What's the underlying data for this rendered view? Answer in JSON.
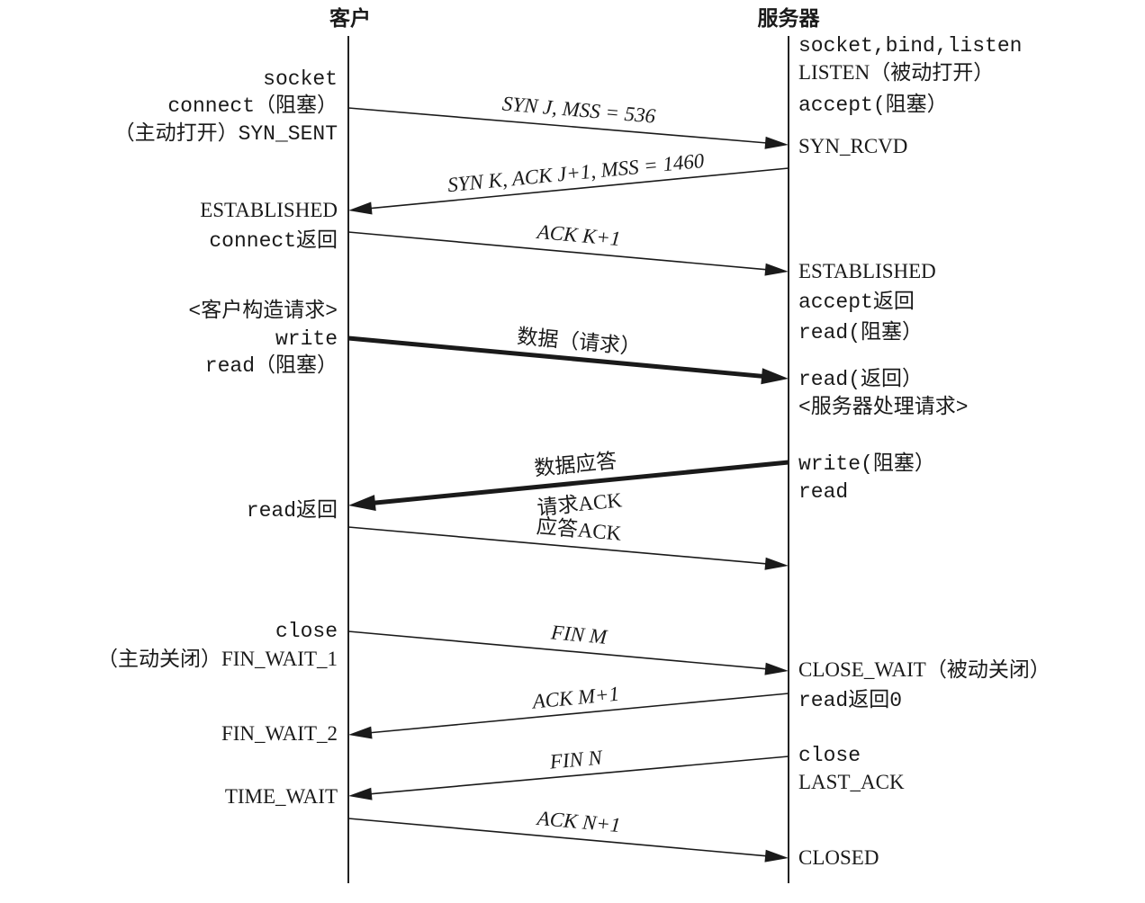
{
  "headers": {
    "client": "客户",
    "server": "服务器"
  },
  "client_labels": [
    {
      "text": "socket",
      "font": "mono"
    },
    {
      "text": "connect（阻塞）",
      "font": "mono"
    },
    {
      "text": "（主动打开）SYN_SENT",
      "font": "mono"
    },
    {
      "text": "ESTABLISHED",
      "font": "serif"
    },
    {
      "text": "connect返回",
      "font": "mono"
    },
    {
      "text": "<客户构造请求>",
      "font": "mono"
    },
    {
      "text": "write",
      "font": "mono"
    },
    {
      "text": "read（阻塞）",
      "font": "mono"
    },
    {
      "text": "read返回",
      "font": "mono"
    },
    {
      "text": "close",
      "font": "mono"
    },
    {
      "text": "（主动关闭）FIN_WAIT_1",
      "font": "serif"
    },
    {
      "text": "FIN_WAIT_2",
      "font": "serif"
    },
    {
      "text": "TIME_WAIT",
      "font": "serif"
    }
  ],
  "server_labels": [
    {
      "text": "socket,bind,listen",
      "font": "mono"
    },
    {
      "text": "LISTEN（被动打开）",
      "font": "serif"
    },
    {
      "text": "accept(阻塞）",
      "font": "mono"
    },
    {
      "text": "SYN_RCVD",
      "font": "serif"
    },
    {
      "text": "ESTABLISHED",
      "font": "serif"
    },
    {
      "text": "accept返回",
      "font": "mono"
    },
    {
      "text": "read(阻塞）",
      "font": "mono"
    },
    {
      "text": "read(返回）",
      "font": "mono"
    },
    {
      "text": "<服务器处理请求>",
      "font": "mono"
    },
    {
      "text": "write(阻塞）",
      "font": "mono"
    },
    {
      "text": "read",
      "font": "mono"
    },
    {
      "text": "CLOSE_WAIT（被动关闭）",
      "font": "serif"
    },
    {
      "text": "read返回0",
      "font": "mono"
    },
    {
      "text": "close",
      "font": "mono"
    },
    {
      "text": "LAST_ACK",
      "font": "serif"
    },
    {
      "text": "CLOSED",
      "font": "serif"
    }
  ],
  "messages": [
    {
      "direction": "client-to-server",
      "thick": false,
      "labels": [
        "SYN J, MSS = 536"
      ]
    },
    {
      "direction": "server-to-client",
      "thick": false,
      "labels": [
        "SYN K, ACK J+1, MSS = 1460"
      ]
    },
    {
      "direction": "client-to-server",
      "thick": false,
      "labels": [
        "ACK K+1"
      ]
    },
    {
      "direction": "client-to-server",
      "thick": true,
      "labels": [
        "数据（请求）"
      ]
    },
    {
      "direction": "server-to-client",
      "thick": true,
      "labels": [
        "数据应答",
        "请求ACK"
      ]
    },
    {
      "direction": "client-to-server",
      "thick": false,
      "labels": [
        "应答ACK"
      ]
    },
    {
      "direction": "client-to-server",
      "thick": false,
      "labels": [
        "FIN M"
      ]
    },
    {
      "direction": "server-to-client",
      "thick": false,
      "labels": [
        "ACK M+1"
      ]
    },
    {
      "direction": "server-to-client",
      "thick": false,
      "labels": [
        "FIN N"
      ]
    },
    {
      "direction": "client-to-server",
      "thick": false,
      "labels": [
        "ACK N+1"
      ]
    }
  ]
}
